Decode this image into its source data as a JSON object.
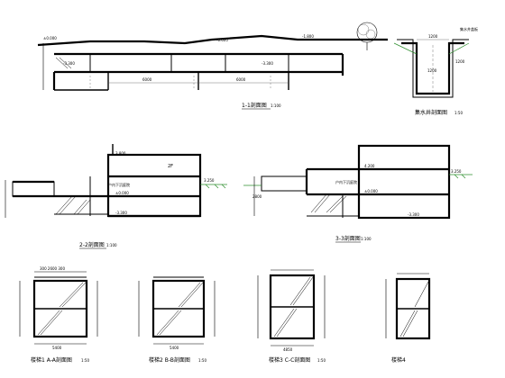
{
  "drawings": {
    "section_1_1": {
      "title": "1-1剖面图",
      "scale": "1:100",
      "dims": [
        "6000",
        "6000"
      ]
    },
    "sump_pit": {
      "title": "集水井剖面图",
      "scale": "1:50",
      "dims": [
        "1200",
        "1200",
        "1200"
      ]
    },
    "section_2_2": {
      "title": "2-2剖面图",
      "scale": "1:100",
      "labels": [
        "2F",
        "户内下沉庭院",
        "3.800",
        "3.250",
        "±0.000",
        "-3.300"
      ]
    },
    "section_3_3": {
      "title": "3-3剖面图",
      "scale": "1:100",
      "labels": [
        "户内下沉庭院",
        "4.200",
        "3.250",
        "±0.000",
        "-3.300",
        "2800"
      ]
    },
    "stair_1": {
      "title": "楼梯1 A-A剖面图",
      "scale": "1:50",
      "dim": "5400"
    },
    "stair_2": {
      "title": "楼梯2 B-B剖面图",
      "scale": "1:50",
      "dim": "5400"
    },
    "stair_3": {
      "title": "楼梯3 C-C剖面图",
      "scale": "1:50",
      "dim": "4850"
    },
    "stair_4": {
      "title": "楼梯4",
      "scale": ""
    }
  }
}
